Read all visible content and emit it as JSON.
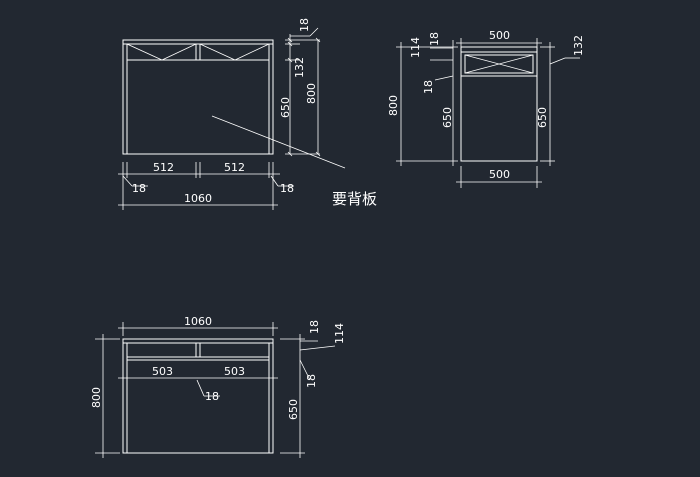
{
  "colors": {
    "background": "#222831",
    "line": "#ffffff"
  },
  "front": {
    "top_thickness": "18",
    "drawer_height": "132",
    "total_height": "800",
    "opening_height": "650",
    "left_width": "512",
    "right_width": "512",
    "left_panel": "18",
    "right_panel": "18",
    "total_width": "1060"
  },
  "note": {
    "text": "要背板"
  },
  "side": {
    "width_top": "500",
    "width_bottom": "500",
    "top_thickness": "18",
    "top_dim": "114",
    "shelf": "18",
    "total_height": "800",
    "height_left": "650",
    "height_right": "650",
    "drawer_height": "132"
  },
  "bottom": {
    "total_width": "1060",
    "left_width": "503",
    "right_width": "503",
    "divider": "18",
    "total_height": "800",
    "top_thickness": "18",
    "top_dim": "114",
    "shelf": "18",
    "opening_height": "650"
  }
}
